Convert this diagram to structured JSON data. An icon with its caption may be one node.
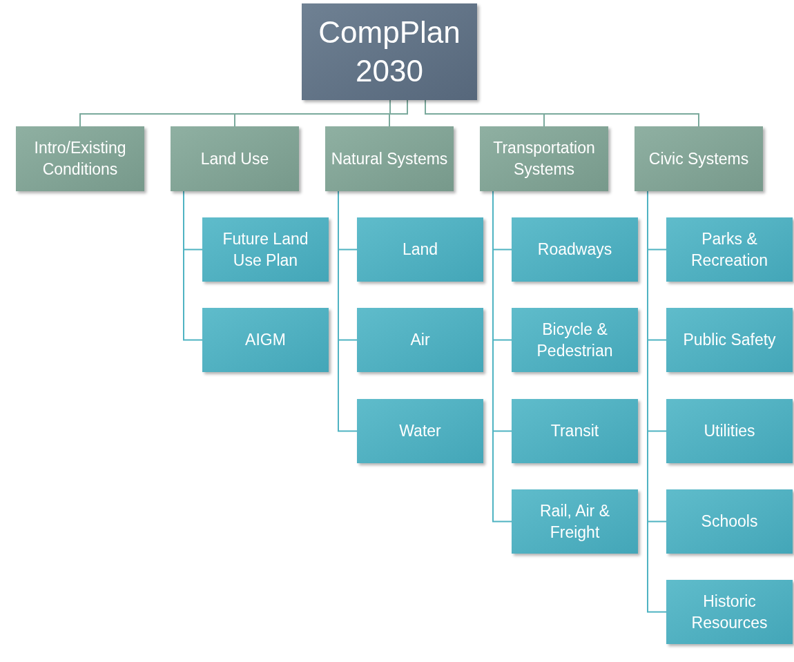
{
  "diagram": {
    "nodes": [
      {
        "text": [
          "CompPlan 2030"
        ]
      },
      {
        "text": [
          "Intro/Existing Conditions"
        ]
      },
      {
        "text": [
          "Land Use"
        ]
      },
      {
        "text": [
          "Natural Systems"
        ]
      },
      {
        "text": [
          "Transportation Systems"
        ]
      },
      {
        "text": [
          "Civic Systems"
        ]
      },
      {
        "text": [
          "Future Land Use Plan"
        ]
      },
      {
        "text": [
          "AIGM"
        ]
      },
      {
        "text": [
          "Land"
        ]
      },
      {
        "text": [
          "Air"
        ]
      },
      {
        "text": [
          "Water"
        ]
      },
      {
        "text": [
          "Roadways"
        ]
      },
      {
        "text": [
          "Bicycle & Pedestrian"
        ]
      },
      {
        "text": [
          "Transit"
        ]
      },
      {
        "text": [
          "Rail, Air & Freight"
        ]
      },
      {
        "text": [
          "Parks & Recreation"
        ]
      },
      {
        "text": [
          "Public Safety"
        ]
      },
      {
        "text": [
          "Utilities"
        ]
      },
      {
        "text": [
          "Schools"
        ]
      },
      {
        "text": [
          "Historic Resources"
        ]
      }
    ],
    "edges": [
      {
        "from": 0,
        "to": 1,
        "arrow": "none"
      },
      {
        "from": 0,
        "to": 2,
        "arrow": "none"
      },
      {
        "from": 0,
        "to": 3,
        "arrow": "none"
      },
      {
        "from": 0,
        "to": 4,
        "arrow": "none"
      },
      {
        "from": 0,
        "to": 5,
        "arrow": "none"
      },
      {
        "from": 2,
        "to": 6,
        "arrow": "none"
      },
      {
        "from": 2,
        "to": 7,
        "arrow": "none"
      },
      {
        "from": 3,
        "to": 8,
        "arrow": "none"
      },
      {
        "from": 3,
        "to": 9,
        "arrow": "none"
      },
      {
        "from": 3,
        "to": 10,
        "arrow": "none"
      },
      {
        "from": 4,
        "to": 11,
        "arrow": "none"
      },
      {
        "from": 4,
        "to": 12,
        "arrow": "none"
      },
      {
        "from": 4,
        "to": 13,
        "arrow": "none"
      },
      {
        "from": 4,
        "to": 14,
        "arrow": "none"
      },
      {
        "from": 5,
        "to": 15,
        "arrow": "none"
      },
      {
        "from": 5,
        "to": 16,
        "arrow": "none"
      },
      {
        "from": 5,
        "to": 17,
        "arrow": "none"
      },
      {
        "from": 5,
        "to": 18,
        "arrow": "none"
      },
      {
        "from": 5,
        "to": 19,
        "arrow": "none"
      }
    ]
  }
}
